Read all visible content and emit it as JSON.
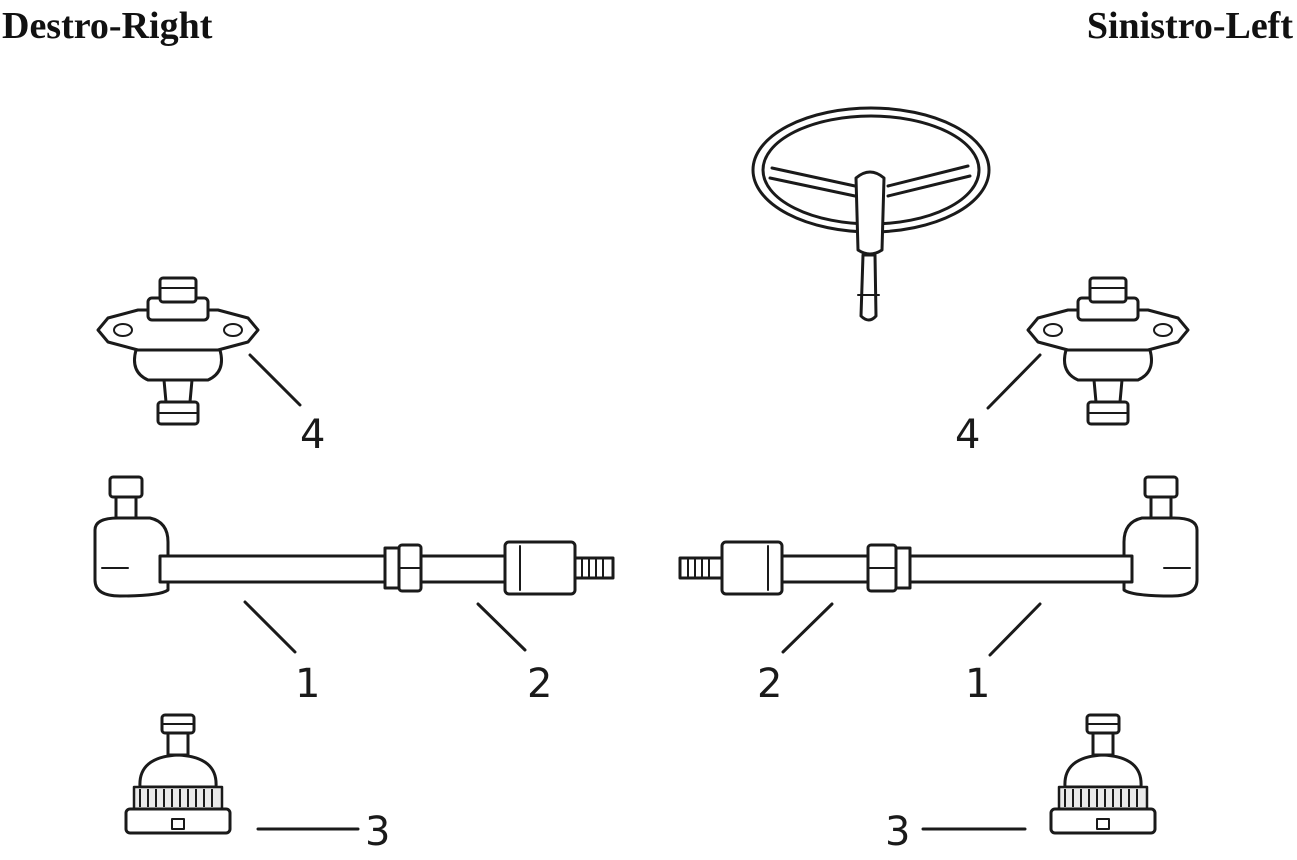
{
  "headings": {
    "left": "Destro-Right",
    "right": "Sinistro-Left"
  },
  "callouts": {
    "right_side": {
      "tie_rod": "1",
      "adjuster": "2",
      "lower_ball_joint": "3",
      "upper_ball_joint": "4"
    },
    "left_side": {
      "tie_rod": "1",
      "adjuster": "2",
      "lower_ball_joint": "3",
      "upper_ball_joint": "4"
    }
  },
  "icons": {
    "steering_wheel": "steering-wheel-icon"
  }
}
